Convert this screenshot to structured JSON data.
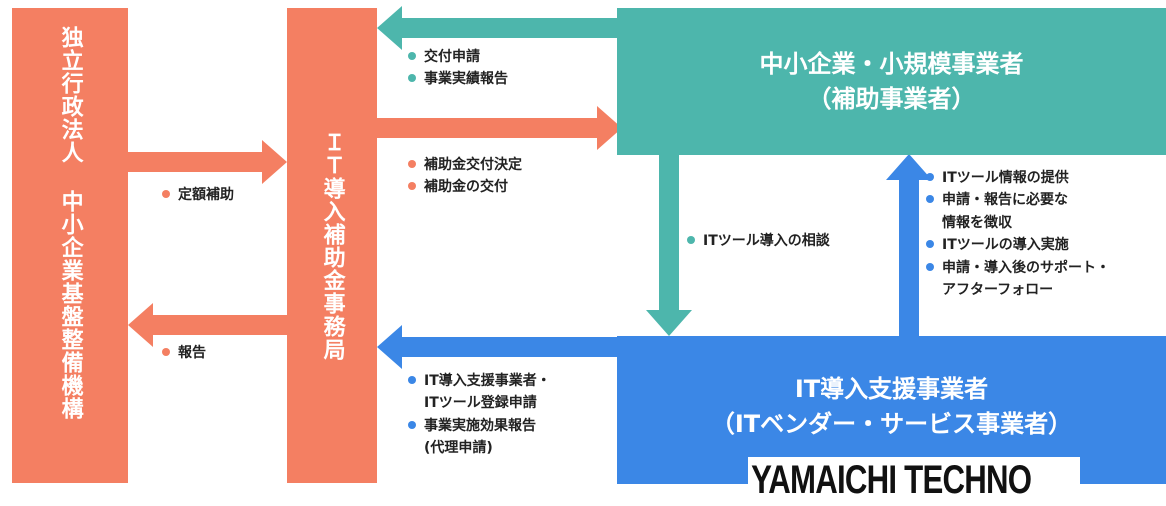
{
  "boxes": {
    "org_left": "独立行政法人 中小企業基盤整備機構",
    "org_center": "ＩＴ導入補助金事務局",
    "sme_line1": "中小企業・小規模事業者",
    "sme_line2": "（補助事業者）",
    "vendor_line1": "IT導入支援事業者",
    "vendor_line2": "（ITベンダー・サービス事業者）"
  },
  "labels": {
    "left_top": [
      "定額補助"
    ],
    "left_bottom": [
      "報告"
    ],
    "top_from_sme": [
      "交付申請",
      "事業実績報告"
    ],
    "top_to_sme": [
      "補助金交付決定",
      "補助金の交付"
    ],
    "sme_to_vendor": [
      "ITツール導入の相談"
    ],
    "vendor_to_sme": [
      {
        "text": "ITツール情報の提供",
        "cont": ""
      },
      {
        "text": "申請・報告に必要な",
        "cont": "情報を徴収"
      },
      {
        "text": "ITツールの導入実施",
        "cont": ""
      },
      {
        "text": "申請・導入後のサポート・",
        "cont": "アフターフォロー"
      }
    ],
    "vendor_to_center": [
      {
        "text": "IT導入支援事業者・",
        "cont": "ITツール登録申請"
      },
      {
        "text": "事業実施効果報告",
        "cont": "(代理申請)"
      }
    ]
  },
  "logo": "YAMAICHI TECHNO",
  "colors": {
    "orange": "#f47f62",
    "teal": "#4db6ac",
    "blue": "#3b87e6"
  }
}
